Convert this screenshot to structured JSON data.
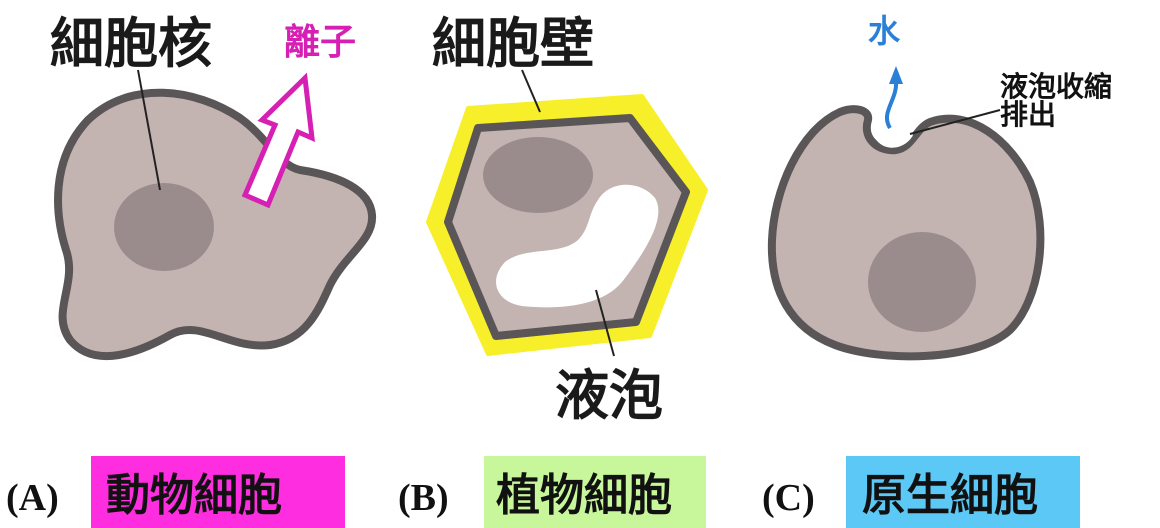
{
  "labels": {
    "nucleus": "細胞核",
    "ions": "離子",
    "cell_wall": "細胞壁",
    "vacuole": "液泡",
    "water": "水",
    "vacuole_contract_line1": "液泡收縮",
    "vacuole_contract_line2": "排出"
  },
  "captions": [
    {
      "letter": "(A)",
      "name": "動物細胞",
      "bg": "#ff2de0"
    },
    {
      "letter": "(B)",
      "name": "植物細胞",
      "bg": "#c7f79a"
    },
    {
      "letter": "(C)",
      "name": "原生細胞",
      "bg": "#5bc8f5"
    }
  ],
  "colors": {
    "cytoplasm": "#c3b4b2",
    "outline": "#5a5657",
    "nucleus": "#9a8c8d",
    "wall": "#f7ef2a",
    "ion_arrow": "#d61fb3",
    "water": "#2a7fd6"
  }
}
